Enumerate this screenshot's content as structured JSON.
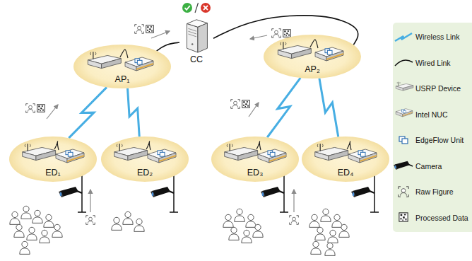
{
  "diagram": {
    "nodes": [
      {
        "text": [
          "CC"
        ]
      },
      {
        "text": [
          "AP₁"
        ]
      },
      {
        "text": [
          "AP₂"
        ]
      },
      {
        "text": [
          "ED₁"
        ]
      },
      {
        "text": [
          "ED₂"
        ]
      },
      {
        "text": [
          "ED₃"
        ]
      },
      {
        "text": [
          "ED₄"
        ]
      }
    ],
    "edges": [
      {
        "from": 0,
        "to": 1,
        "arrow": "none"
      },
      {
        "from": 0,
        "to": 2,
        "arrow": "none"
      },
      {
        "from": 1,
        "to": 3,
        "arrow": "none"
      },
      {
        "from": 1,
        "to": 4,
        "arrow": "none"
      },
      {
        "from": 2,
        "to": 5,
        "arrow": "none"
      },
      {
        "from": 2,
        "to": 6,
        "arrow": "none"
      }
    ],
    "legend": [
      {
        "text": "Wireless Link"
      },
      {
        "text": "Wired Link"
      },
      {
        "text": "USRP Device"
      },
      {
        "text": "Intel NUC"
      },
      {
        "text": "EdgeFlow Unit"
      },
      {
        "text": "Camera"
      },
      {
        "text": "Raw Figure"
      },
      {
        "text": "Processed Data"
      }
    ]
  }
}
